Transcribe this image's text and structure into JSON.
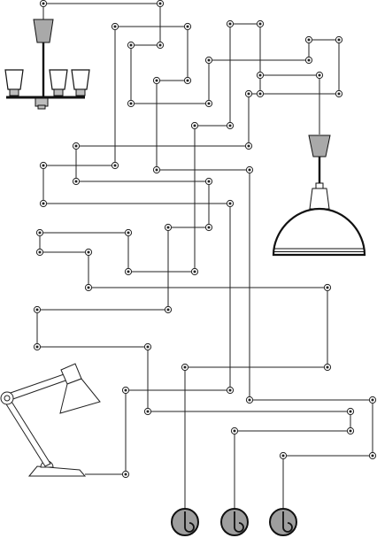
{
  "game": {
    "type": "circuit-connection-puzzle",
    "lamps": [
      {
        "kind": "chandelier",
        "icon": "chandelier-icon"
      },
      {
        "kind": "pendant-lamp",
        "icon": "pendant-lamp-icon"
      },
      {
        "kind": "desk-lamp",
        "icon": "desk-lamp-icon"
      }
    ],
    "switches": [
      {
        "id": "switch-1",
        "icon": "rotary-switch-icon"
      },
      {
        "id": "switch-2",
        "icon": "rotary-switch-icon"
      },
      {
        "id": "switch-3",
        "icon": "rotary-switch-icon"
      }
    ],
    "colors": {
      "wire": "#222222",
      "lamp_shade": "#a9a9a9",
      "switch_face": "#9e9e9e",
      "background": "#ffffff"
    }
  }
}
